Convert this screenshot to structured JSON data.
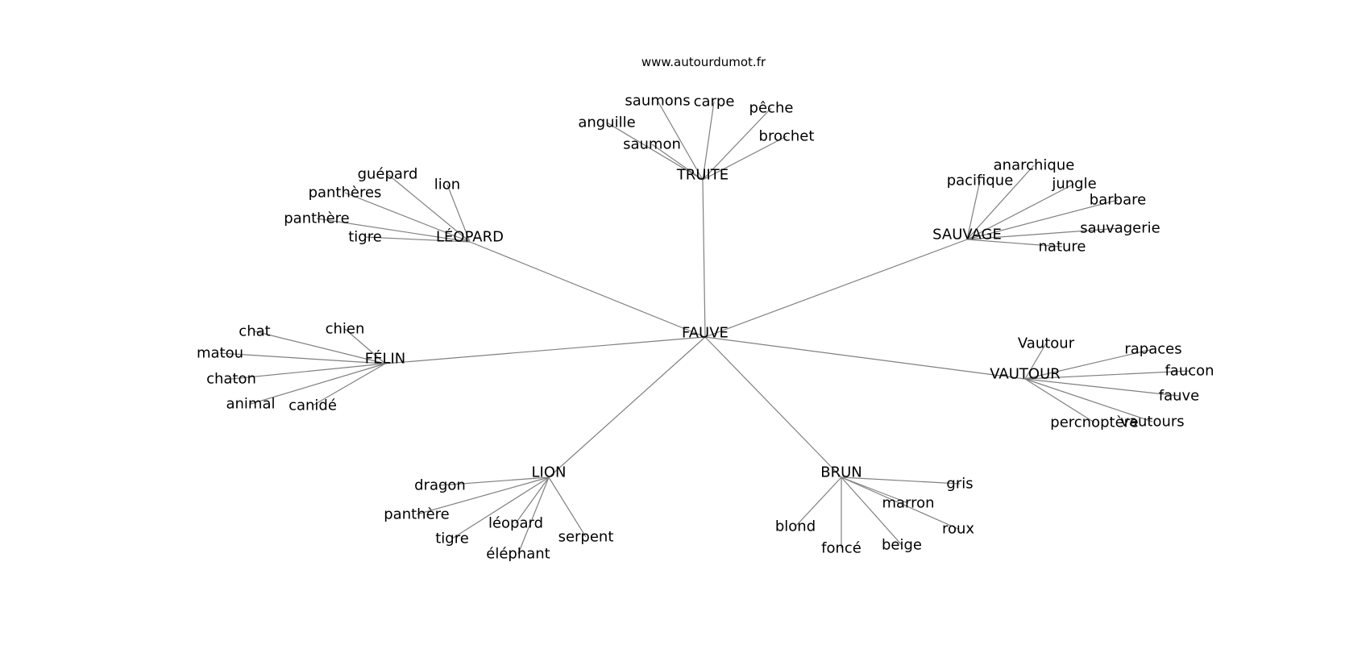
{
  "source": "www.autourdumot.fr",
  "center": "FAUVE",
  "colors": {
    "edge": "#808080",
    "text": "#000000",
    "background": "#ffffff"
  },
  "clusters": [
    {
      "label": "TRUITE",
      "leaves": [
        "saumons",
        "carpe",
        "pêche",
        "anguille",
        "saumon",
        "brochet"
      ]
    },
    {
      "label": "LÉOPARD",
      "leaves": [
        "guépard",
        "lion",
        "panthères",
        "panthère",
        "tigre"
      ]
    },
    {
      "label": "SAUVAGE",
      "leaves": [
        "anarchique",
        "pacifique",
        "jungle",
        "barbare",
        "sauvagerie",
        "nature"
      ]
    },
    {
      "label": "FÉLIN",
      "leaves": [
        "chat",
        "chien",
        "matou",
        "chaton",
        "animal",
        "canidé"
      ]
    },
    {
      "label": "VAUTOUR",
      "leaves": [
        "Vautour",
        "rapaces",
        "faucon",
        "fauve",
        "vautours",
        "percnoptère"
      ]
    },
    {
      "label": "LION",
      "leaves": [
        "dragon",
        "panthère",
        "léopard",
        "tigre",
        "serpent",
        "éléphant"
      ]
    },
    {
      "label": "BRUN",
      "leaves": [
        "gris",
        "marron",
        "roux",
        "blond",
        "beige",
        "foncé"
      ]
    }
  ]
}
